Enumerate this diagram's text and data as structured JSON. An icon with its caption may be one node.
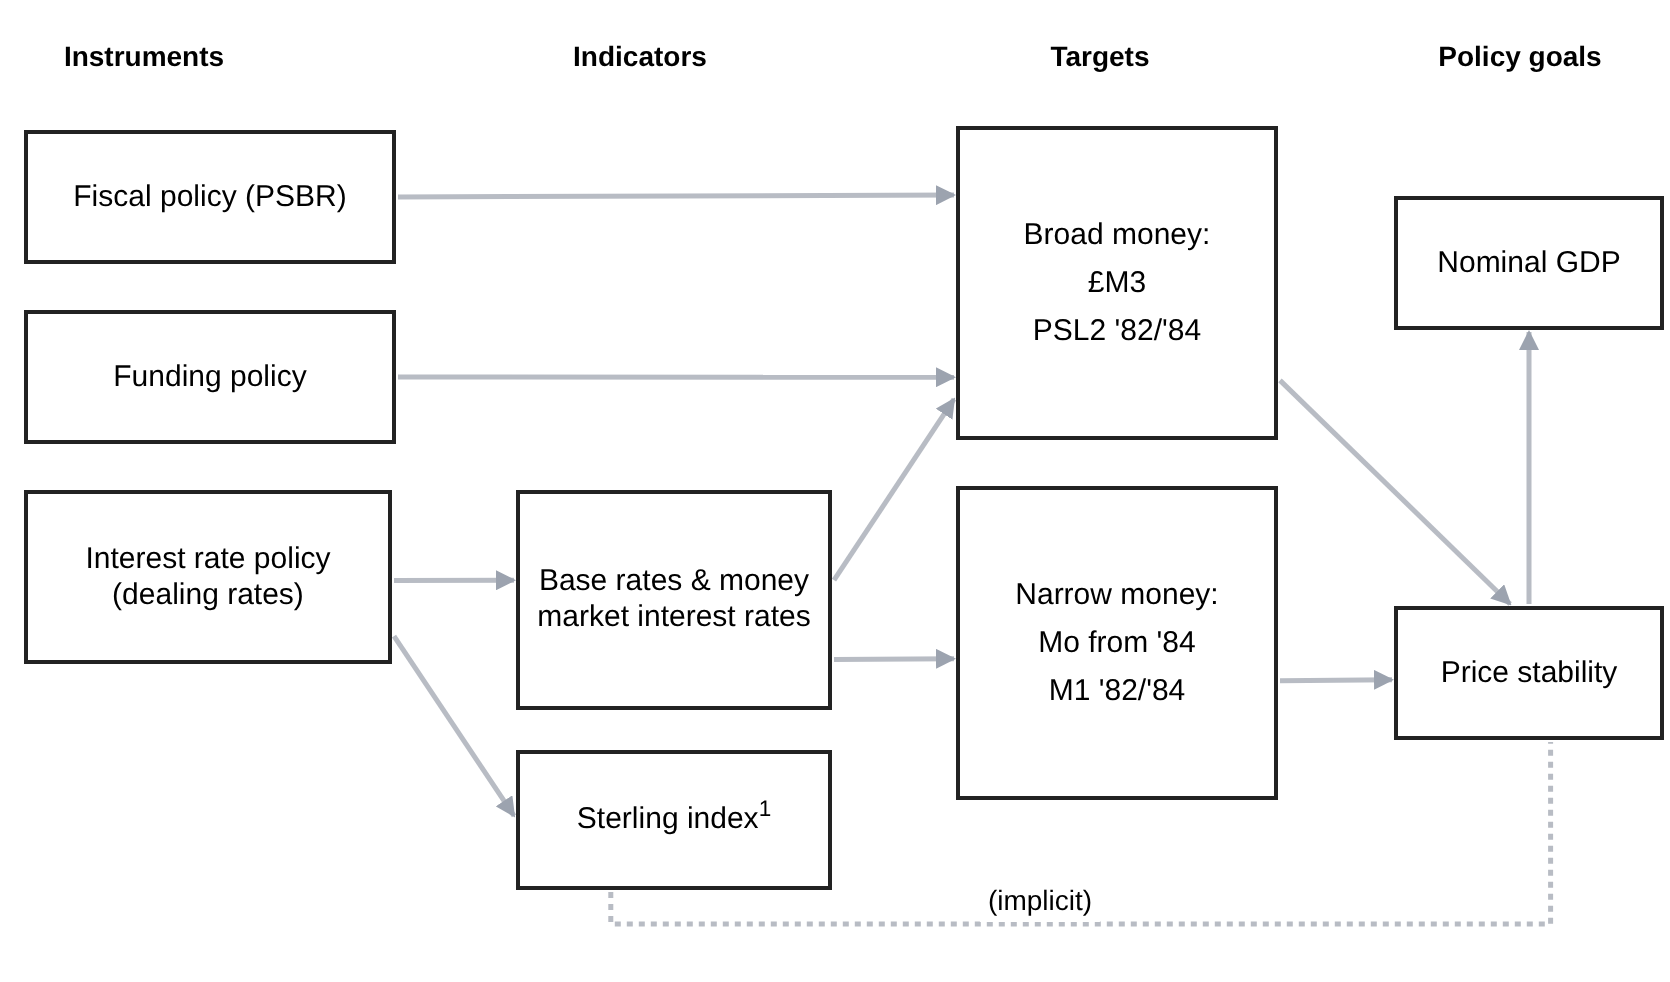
{
  "diagram": {
    "nodes": [
      {
        "text": [
          "Fiscal policy (PSBR)"
        ]
      },
      {
        "text": [
          "Funding policy"
        ]
      },
      {
        "text": [
          "Interest rate policy (dealing rates)"
        ]
      },
      {
        "text": [
          "Base rates & money market interest rates"
        ]
      },
      {
        "text": [
          "Sterling index$^{1}$"
        ]
      },
      {
        "text": [
          "Broad money:",
          "£M3",
          "PSL2 '82/'84"
        ]
      },
      {
        "text": [
          "Narrow money:",
          "Mo from '84",
          "M1 '82/'84"
        ]
      },
      {
        "text": [
          "Nominal GDP"
        ]
      },
      {
        "text": [
          "Price stability"
        ]
      }
    ],
    "edges": [
      {
        "from": 0,
        "to": 5,
        "arrow": "to"
      },
      {
        "from": 1,
        "to": 5,
        "arrow": "to"
      },
      {
        "from": 2,
        "to": 3,
        "arrow": "to"
      },
      {
        "from": 2,
        "to": 4,
        "arrow": "to"
      },
      {
        "from": 3,
        "to": 5,
        "arrow": "to"
      },
      {
        "from": 3,
        "to": 6,
        "arrow": "to"
      },
      {
        "from": 6,
        "to": 8,
        "arrow": "to"
      },
      {
        "from": 5,
        "to": 8,
        "arrow": "to"
      },
      {
        "from": 8,
        "to": 7,
        "arrow": "to"
      },
      {
        "from": 4,
        "to": 8,
        "arrow": "none",
        "label": "(implicit)",
        "style": "dashed"
      }
    ],
    "labels": [
      "Instruments",
      "Indicators",
      "Targets",
      "Policy goals"
    ]
  }
}
